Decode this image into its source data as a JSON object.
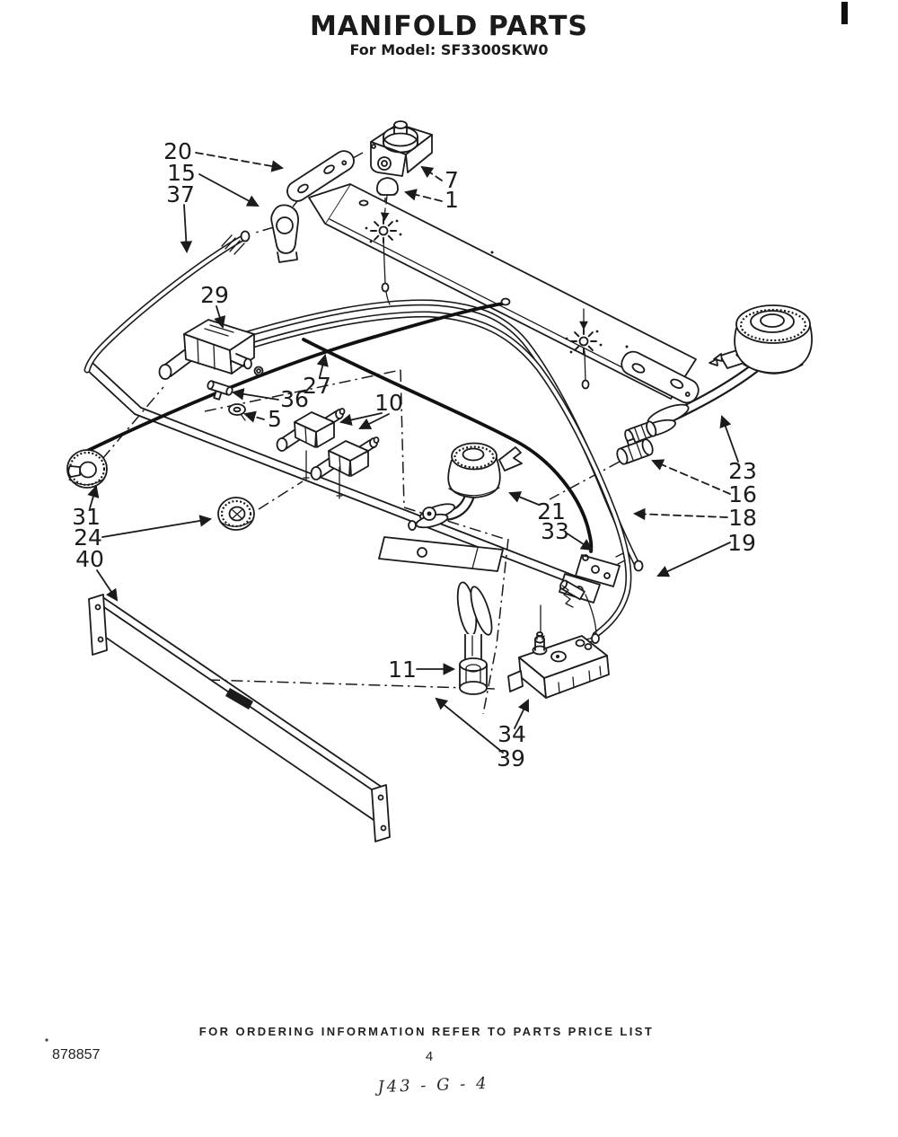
{
  "document": {
    "title": "MANIFOLD PARTS",
    "model_line": "For Model: SF3300SKW0"
  },
  "diagram": {
    "callouts": [
      "20",
      "15",
      "37",
      "7",
      "1",
      "29",
      "27",
      "36",
      "5",
      "10",
      "31",
      "24",
      "40",
      "21",
      "33",
      "23",
      "16",
      "18",
      "19",
      "11",
      "34",
      "39"
    ]
  },
  "footer": {
    "ordering_note": "FOR ORDERING INFORMATION REFER TO PARTS PRICE LIST",
    "document_number": "878857",
    "page_number": "4",
    "handwritten_code": "J43 - G - 4"
  }
}
